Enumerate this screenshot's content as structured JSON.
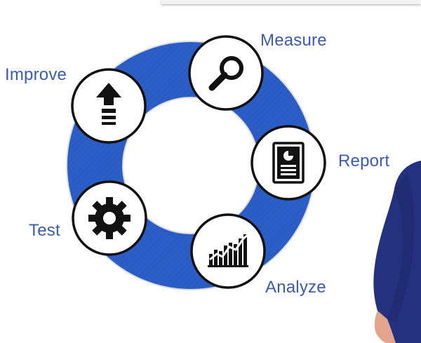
{
  "diagram": {
    "colors": {
      "ring": "#2a5bc2",
      "ring_dark": "#1f4aa6",
      "node_fill": "#ffffff",
      "node_stroke": "#111111",
      "icon": "#111111",
      "label": "#3b5cad"
    },
    "steps": [
      {
        "label": "Measure",
        "icon": "magnifier-icon"
      },
      {
        "label": "Report",
        "icon": "report-document-icon"
      },
      {
        "label": "Analyze",
        "icon": "bar-chart-trend-icon"
      },
      {
        "label": "Test",
        "icon": "gear-icon"
      },
      {
        "label": "Improve",
        "icon": "up-arrow-icon"
      }
    ]
  }
}
